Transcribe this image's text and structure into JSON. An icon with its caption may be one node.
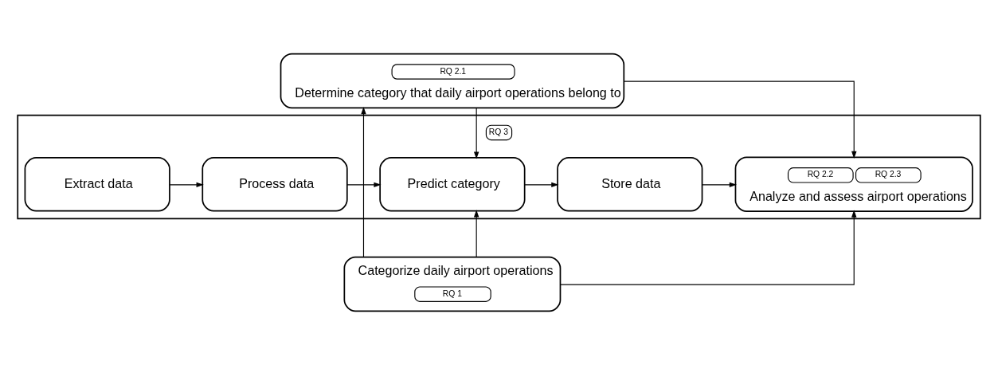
{
  "diagram": {
    "nodes": [
      {
        "text": [
          "RQ 2.1",
          "Determine category that daily airport operations belong to"
        ]
      },
      {
        "text": [
          "RQ 3"
        ]
      },
      {
        "text": [
          "Extract data"
        ],
        "in": 1
      },
      {
        "text": [
          "Process data"
        ],
        "in": 1
      },
      {
        "text": [
          "Predict category"
        ],
        "in": 1
      },
      {
        "text": [
          "Store data"
        ],
        "in": 1
      },
      {
        "text": [
          "RQ 2.2",
          "RQ 2.3",
          "Analyze and assess airport operations"
        ],
        "in": 1
      },
      {
        "text": [
          "Categorize daily airport operations",
          "RQ 1"
        ]
      }
    ],
    "edges": [
      {
        "from": 0,
        "to": 4,
        "arrow": "to"
      },
      {
        "from": 0,
        "to": 6,
        "arrow": "to"
      },
      {
        "from": 2,
        "to": 3,
        "arrow": "to"
      },
      {
        "from": 3,
        "to": 4,
        "arrow": "to"
      },
      {
        "from": 4,
        "to": 5,
        "arrow": "to"
      },
      {
        "from": 5,
        "to": 6,
        "arrow": "to"
      },
      {
        "from": 7,
        "to": 0,
        "arrow": "to"
      },
      {
        "from": 7,
        "to": 4,
        "arrow": "to"
      },
      {
        "from": 7,
        "to": 6,
        "arrow": "to"
      }
    ]
  }
}
